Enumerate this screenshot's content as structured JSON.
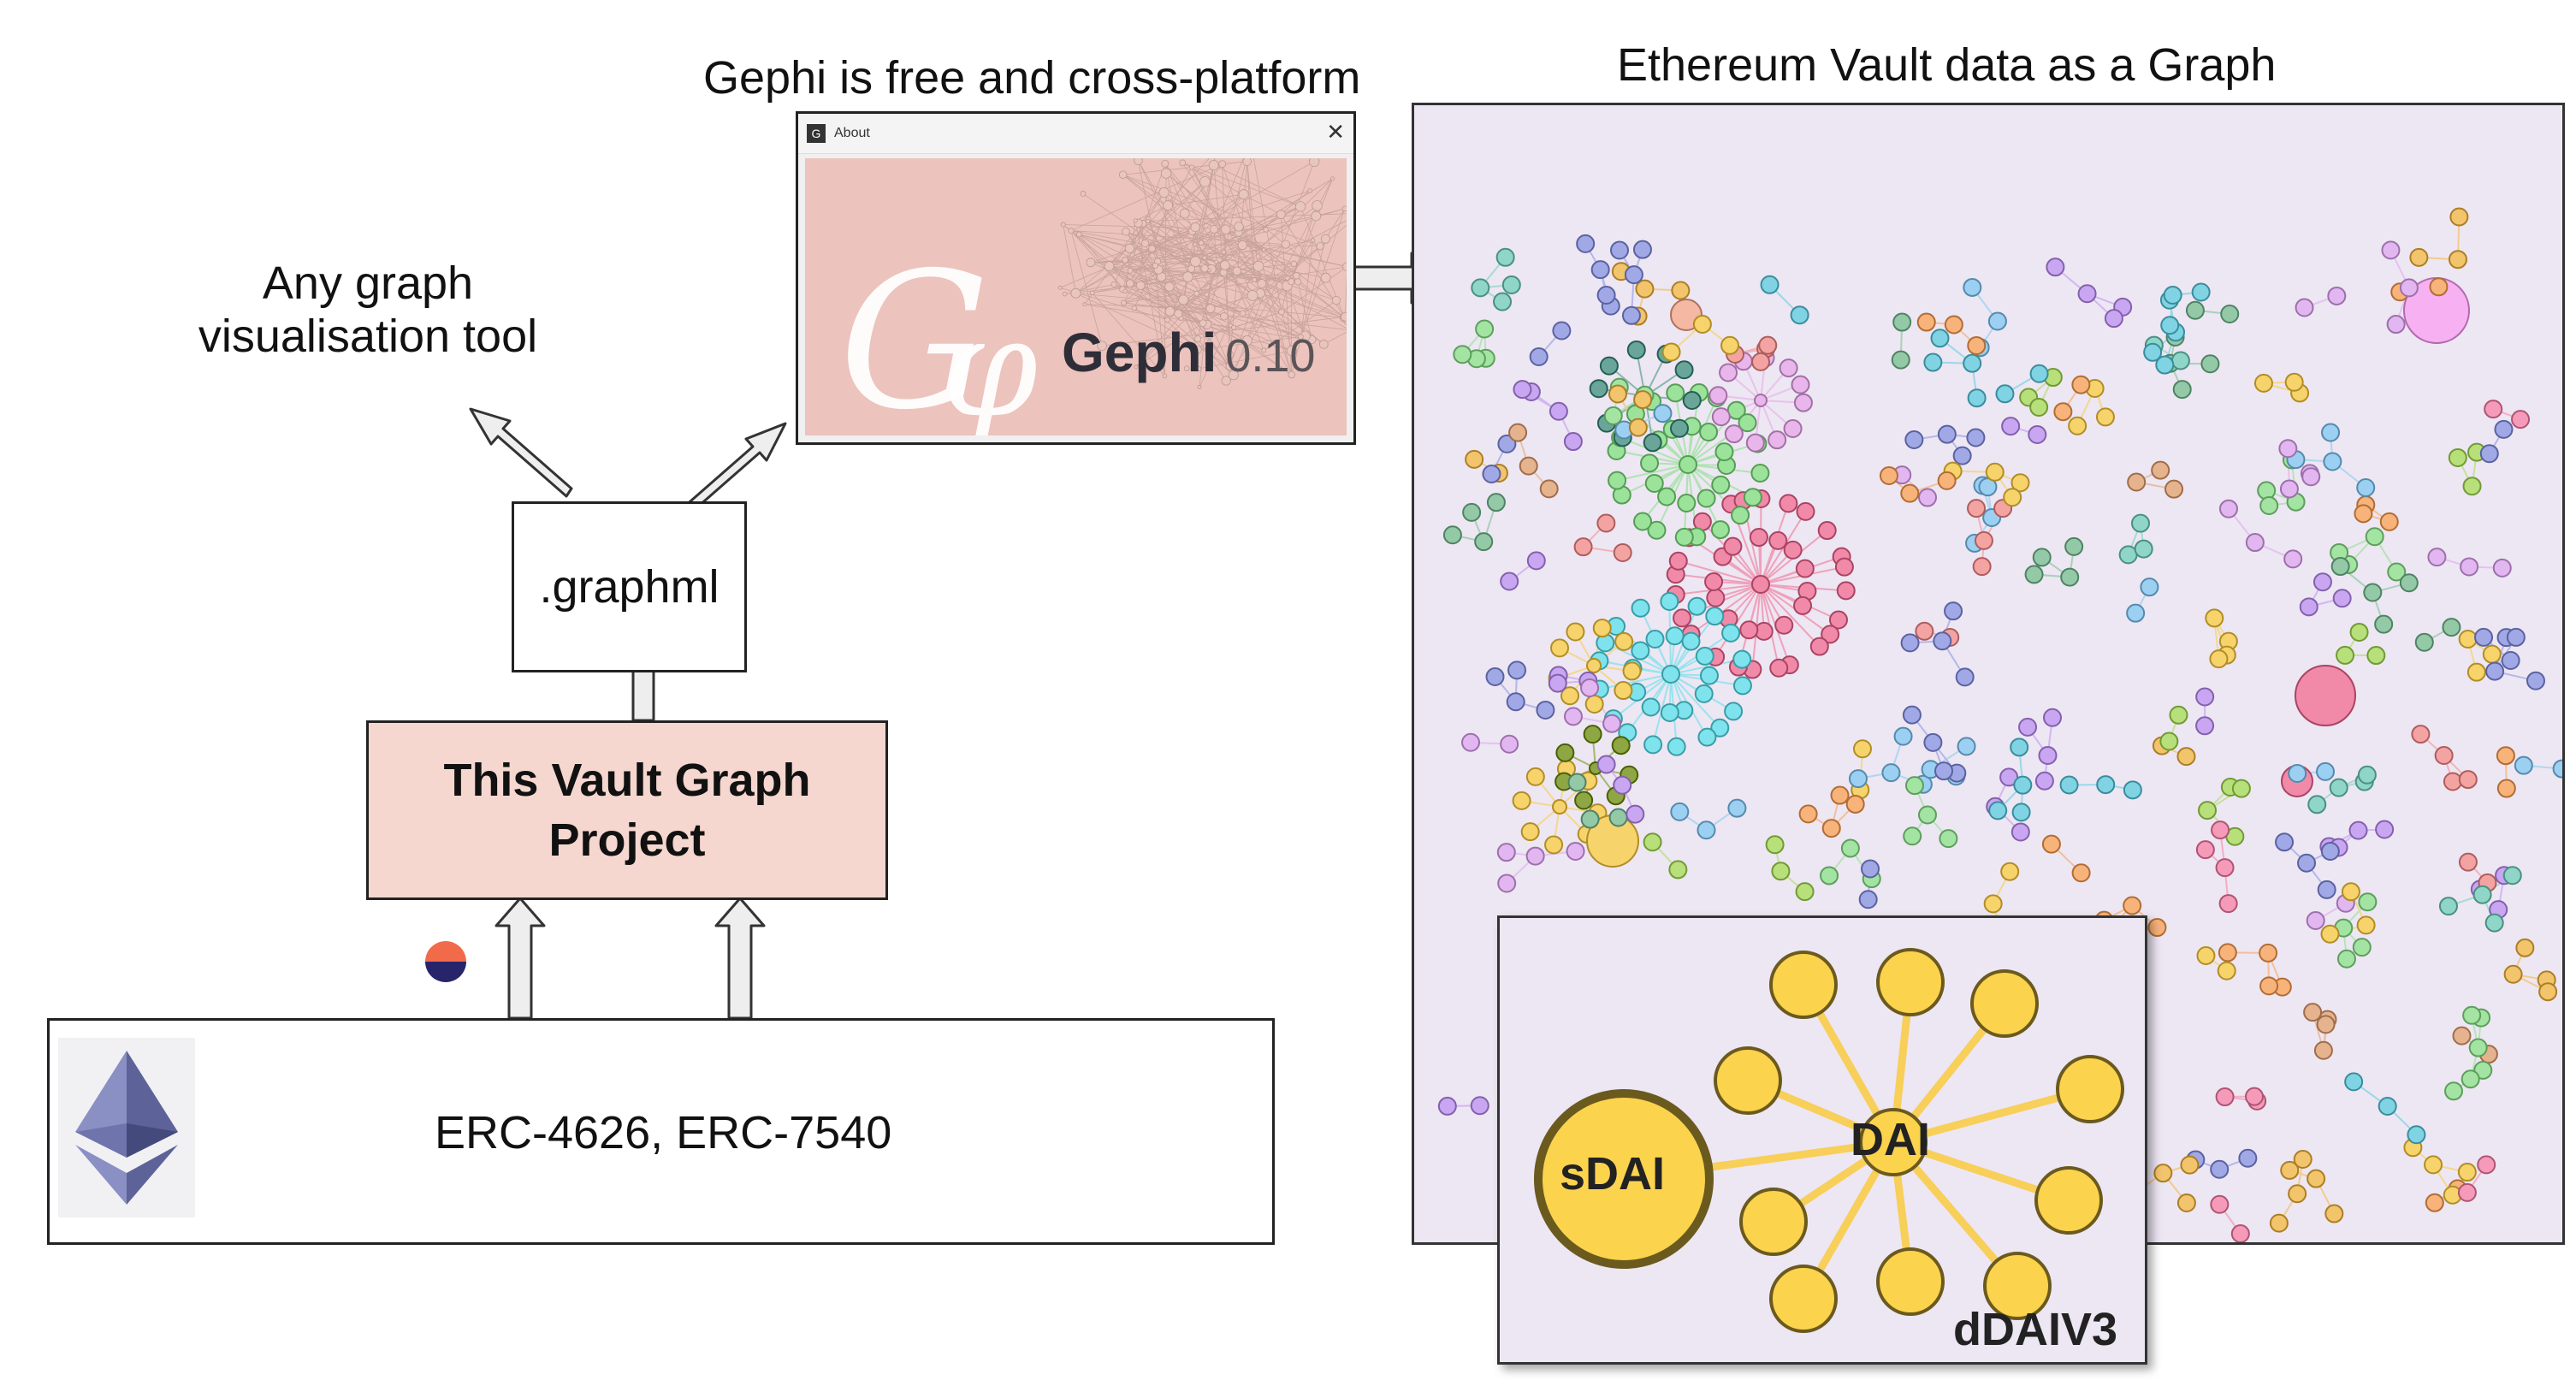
{
  "captions": {
    "gephi_caption": "Gephi is free and cross-platform",
    "graph_caption": "Ethereum Vault data as a Graph",
    "any_tool_line1": "Any graph",
    "any_tool_line2": "visualisation tool"
  },
  "graphml_label": ".graphml",
  "project": {
    "line1": "This Vault Graph",
    "line2": "Project"
  },
  "erc_label": "ERC-4626, ERC-7540",
  "gephi_window": {
    "title": "About",
    "close": "✕",
    "icon_glyph": "G",
    "app_name": "Gephi",
    "version": "0.10"
  },
  "zoom_inset": {
    "labels": [
      "sDAI",
      "DAI",
      "dDAIV3"
    ]
  },
  "colors": {
    "project_fill": "#f5d7d0",
    "graph_background": "#ede6f3",
    "dai_node": "#fcd34d",
    "dai_node_border": "#6b5a1e",
    "gephi_splash": "#ecc3bd"
  },
  "icons": [
    "ethereum-logo-icon",
    "half-circle-logo-icon",
    "gephi-app-icon",
    "close-icon"
  ]
}
